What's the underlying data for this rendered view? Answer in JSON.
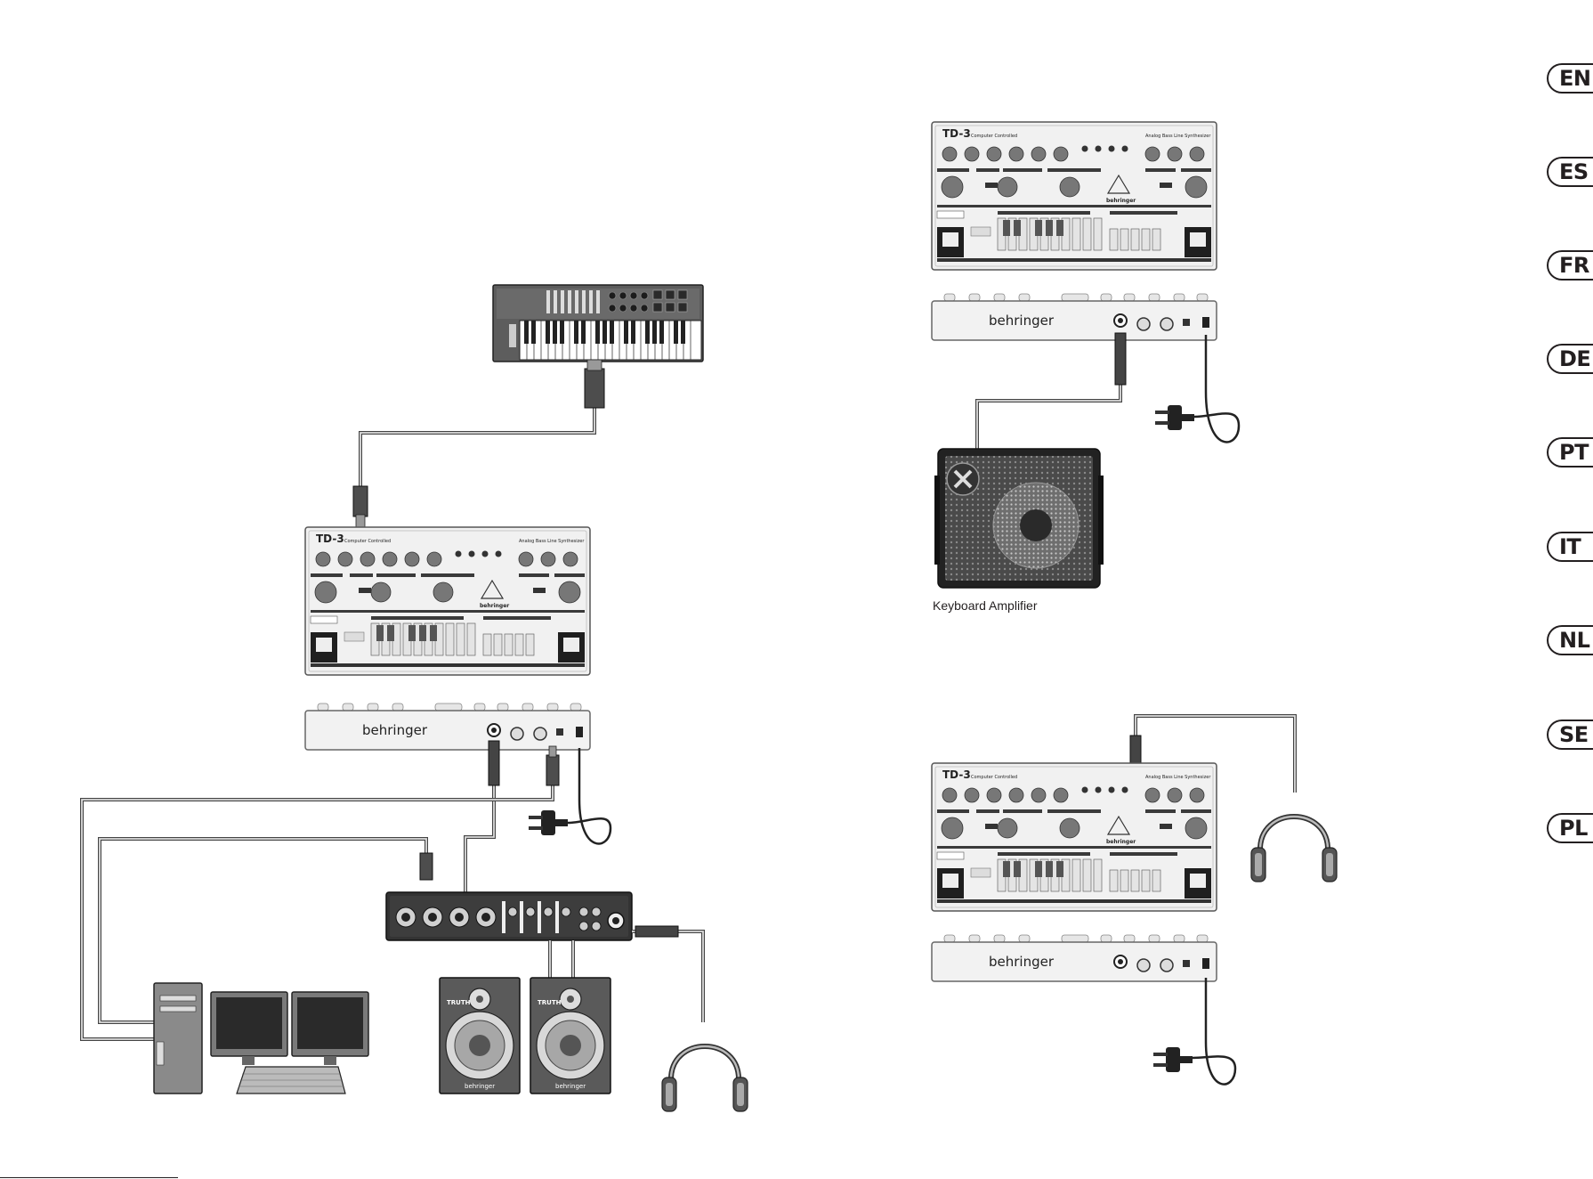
{
  "languages": [
    "EN",
    "ES",
    "FR",
    "DE",
    "PT",
    "IT",
    "NL",
    "SE",
    "PL"
  ],
  "devices": {
    "synth_model": "TD-3",
    "synth_subtitle": "Computer Controlled",
    "synth_product_line": "Analog Bass Line Synthesizer",
    "synth_brand": "behringer",
    "monitor_brand": "behringer",
    "monitor_model": "TRUTH"
  },
  "labels": {
    "keyboard_amplifier": "Keyboard Amplifier"
  }
}
